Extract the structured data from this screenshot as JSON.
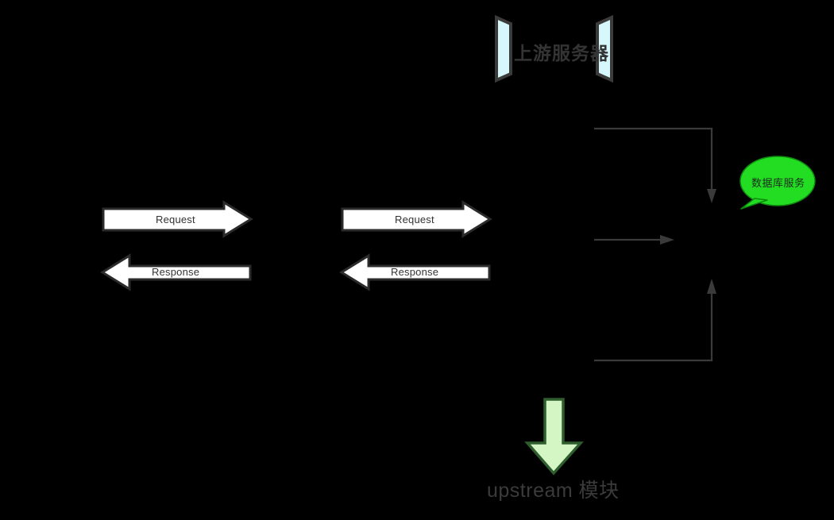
{
  "diagram": {
    "title": "上游服务器",
    "module_label": "upstream 模块",
    "bubble_label": "数据库服务",
    "flows": [
      {
        "request": "Request",
        "response": "Response"
      },
      {
        "request": "Request",
        "response": "Response"
      }
    ],
    "colors": {
      "background": "#000000",
      "panel_fill": "#d6f7fb",
      "panel_stroke": "#3b3b3b",
      "block_arrow_fill": "#ffffff",
      "block_arrow_stroke": "#2b2b2b",
      "thin_line": "#3a3a3a",
      "bubble_fill": "#22dd22",
      "bubble_stroke": "#0f8a0f",
      "big_arrow_fill": "#d4f5c4",
      "big_arrow_stroke": "#2e5d2e",
      "text": "#333333"
    }
  }
}
